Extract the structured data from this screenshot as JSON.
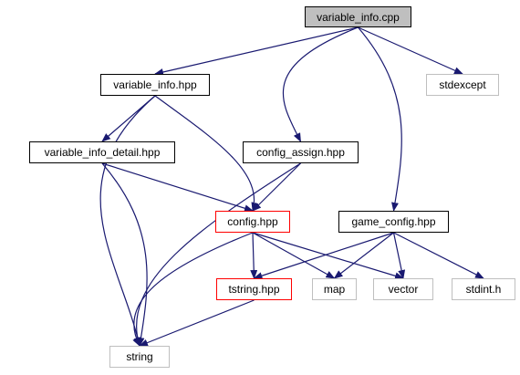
{
  "colors": {
    "edge": "#191970",
    "node_border": "#000000",
    "root_fill": "#bfbfbf",
    "missing_border": "#bfbfbf",
    "highlight_border": "#ff0000"
  },
  "nodes": {
    "variable_info_cpp": {
      "label": "variable_info.cpp",
      "kind": "root"
    },
    "variable_info_hpp": {
      "label": "variable_info.hpp",
      "kind": "normal"
    },
    "stdexcept": {
      "label": "stdexcept",
      "kind": "missing"
    },
    "variable_info_detail_hpp": {
      "label": "variable_info_detail.hpp",
      "kind": "normal"
    },
    "config_assign_hpp": {
      "label": "config_assign.hpp",
      "kind": "normal"
    },
    "config_hpp": {
      "label": "config.hpp",
      "kind": "highlight"
    },
    "game_config_hpp": {
      "label": "game_config.hpp",
      "kind": "normal"
    },
    "tstring_hpp": {
      "label": "tstring.hpp",
      "kind": "highlight"
    },
    "map": {
      "label": "map",
      "kind": "missing"
    },
    "vector": {
      "label": "vector",
      "kind": "missing"
    },
    "stdint_h": {
      "label": "stdint.h",
      "kind": "missing"
    },
    "string": {
      "label": "string",
      "kind": "missing"
    }
  },
  "edges": [
    [
      "variable_info_cpp",
      "variable_info_hpp"
    ],
    [
      "variable_info_cpp",
      "config_assign_hpp"
    ],
    [
      "variable_info_cpp",
      "game_config_hpp"
    ],
    [
      "variable_info_cpp",
      "stdexcept"
    ],
    [
      "variable_info_hpp",
      "variable_info_detail_hpp"
    ],
    [
      "variable_info_hpp",
      "config_hpp"
    ],
    [
      "variable_info_hpp",
      "string"
    ],
    [
      "variable_info_detail_hpp",
      "config_hpp"
    ],
    [
      "variable_info_detail_hpp",
      "string"
    ],
    [
      "config_assign_hpp",
      "config_hpp"
    ],
    [
      "config_assign_hpp",
      "string"
    ],
    [
      "config_hpp",
      "tstring_hpp"
    ],
    [
      "config_hpp",
      "map"
    ],
    [
      "config_hpp",
      "vector"
    ],
    [
      "config_hpp",
      "string"
    ],
    [
      "game_config_hpp",
      "tstring_hpp"
    ],
    [
      "game_config_hpp",
      "map"
    ],
    [
      "game_config_hpp",
      "vector"
    ],
    [
      "game_config_hpp",
      "stdint_h"
    ],
    [
      "tstring_hpp",
      "string"
    ]
  ]
}
